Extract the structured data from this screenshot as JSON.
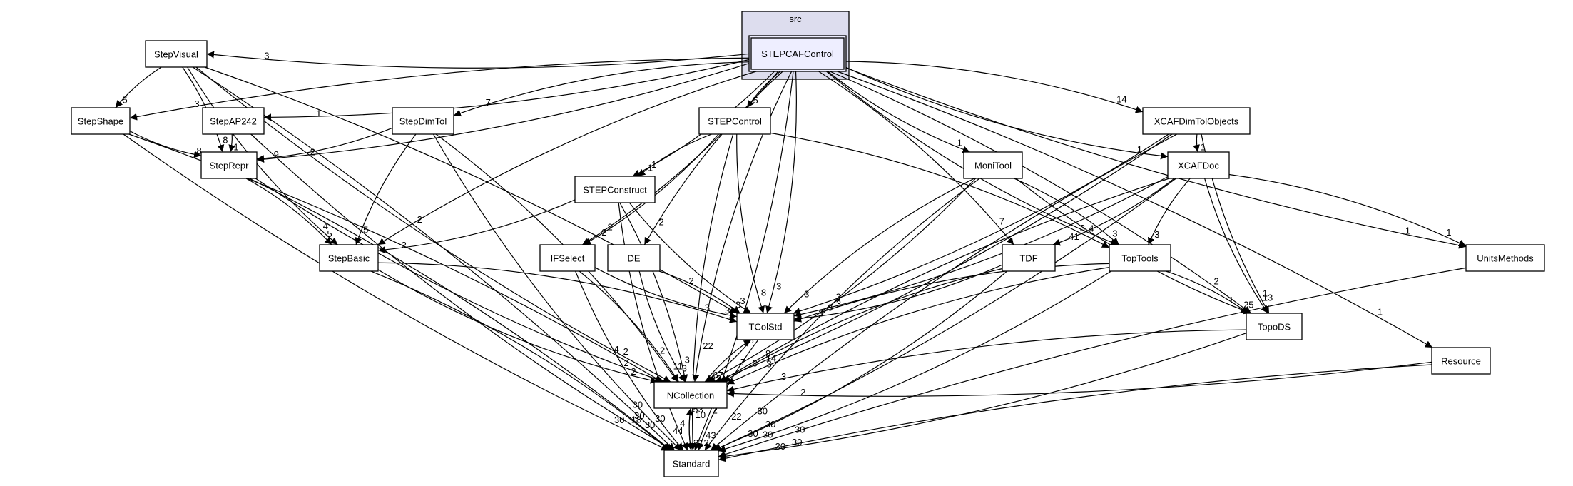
{
  "cluster": {
    "label": "src"
  },
  "nodes": {
    "STEPCAFControl": "STEPCAFControl",
    "StepVisual": "StepVisual",
    "StepShape": "StepShape",
    "StepAP242": "StepAP242",
    "StepDimTol": "StepDimTol",
    "StepRepr": "StepRepr",
    "STEPControl": "STEPControl",
    "STEPConstruct": "STEPConstruct",
    "StepBasic": "StepBasic",
    "IFSelect": "IFSelect",
    "DE": "DE",
    "TColStd": "TColStd",
    "NCollection": "NCollection",
    "Standard": "Standard",
    "MoniTool": "MoniTool",
    "TDF": "TDF",
    "TopTools": "TopTools",
    "XCAFDimTolObjects": "XCAFDimTolObjects",
    "XCAFDoc": "XCAFDoc",
    "TopoDS": "TopoDS",
    "UnitsMethods": "UnitsMethods",
    "Resource": "Resource"
  },
  "edges": [
    {
      "from": "STEPCAFControl",
      "to": "StepVisual",
      "label": "3"
    },
    {
      "from": "STEPCAFControl",
      "to": "StepShape",
      "label": "3"
    },
    {
      "from": "STEPCAFControl",
      "to": "StepAP242",
      "label": "1"
    },
    {
      "from": "STEPCAFControl",
      "to": "StepDimTol",
      "label": "7"
    },
    {
      "from": "STEPCAFControl",
      "to": "StepRepr",
      "label": "2"
    },
    {
      "from": "STEPCAFControl",
      "to": "STEPControl",
      "label": "5"
    },
    {
      "from": "STEPCAFControl",
      "to": "STEPConstruct",
      "label": "1"
    },
    {
      "from": "STEPCAFControl",
      "to": "StepBasic",
      "label": "2"
    },
    {
      "from": "STEPCAFControl",
      "to": "IFSelect",
      "label": "2"
    },
    {
      "from": "STEPCAFControl",
      "to": "DE",
      "label": "2"
    },
    {
      "from": "STEPCAFControl",
      "to": "TColStd",
      "label": "3"
    },
    {
      "from": "STEPCAFControl",
      "to": "NCollection",
      "label": "22"
    },
    {
      "from": "STEPCAFControl",
      "to": "Standard",
      "label": "2"
    },
    {
      "from": "STEPCAFControl",
      "to": "MoniTool",
      "label": "1"
    },
    {
      "from": "STEPCAFControl",
      "to": "TDF",
      "label": "7"
    },
    {
      "from": "STEPCAFControl",
      "to": "TopTools",
      "label": "4"
    },
    {
      "from": "STEPCAFControl",
      "to": "XCAFDimTolObjects",
      "label": "14"
    },
    {
      "from": "STEPCAFControl",
      "to": "XCAFDoc",
      "label": "1"
    },
    {
      "from": "STEPCAFControl",
      "to": "TopoDS",
      "label": "2"
    },
    {
      "from": "STEPCAFControl",
      "to": "UnitsMethods",
      "label": "1"
    },
    {
      "from": "STEPCAFControl",
      "to": "Resource",
      "label": "1"
    },
    {
      "from": "StepVisual",
      "to": "StepShape",
      "label": "5"
    },
    {
      "from": "StepVisual",
      "to": "StepRepr",
      "label": "8"
    },
    {
      "from": "StepVisual",
      "to": "StepBasic",
      "label": "4"
    },
    {
      "from": "StepVisual",
      "to": "TColStd",
      "label": "2"
    },
    {
      "from": "StepVisual",
      "to": "NCollection",
      "label": "2"
    },
    {
      "from": "StepVisual",
      "to": "Standard",
      "label": "30"
    },
    {
      "from": "StepShape",
      "to": "StepRepr",
      "label": "8"
    },
    {
      "from": "StepShape",
      "to": "NCollection",
      "label": "4"
    },
    {
      "from": "StepShape",
      "to": "Standard",
      "label": "30"
    },
    {
      "from": "StepAP242",
      "to": "StepRepr",
      "label": "1"
    },
    {
      "from": "StepAP242",
      "to": "Standard",
      "label": "18"
    },
    {
      "from": "StepDimTol",
      "to": "StepRepr",
      "label": "9"
    },
    {
      "from": "StepDimTol",
      "to": "StepBasic",
      "label": "5"
    },
    {
      "from": "StepDimTol",
      "to": "NCollection",
      "label": "2"
    },
    {
      "from": "StepDimTol",
      "to": "Standard",
      "label": "30"
    },
    {
      "from": "StepRepr",
      "to": "StepBasic",
      "label": "5"
    },
    {
      "from": "StepRepr",
      "to": "NCollection",
      "label": "2"
    },
    {
      "from": "StepRepr",
      "to": "Standard",
      "label": "30"
    },
    {
      "from": "STEPControl",
      "to": "STEPConstruct",
      "label": "1"
    },
    {
      "from": "STEPControl",
      "to": "IFSelect",
      "label": "2"
    },
    {
      "from": "STEPControl",
      "to": "TColStd",
      "label": "8"
    },
    {
      "from": "STEPControl",
      "to": "TopTools",
      "label": "3"
    },
    {
      "from": "STEPControl",
      "to": "Standard",
      "label": "10"
    },
    {
      "from": "STEPConstruct",
      "to": "StepBasic",
      "label": "2"
    },
    {
      "from": "STEPConstruct",
      "to": "TColStd",
      "label": "3"
    },
    {
      "from": "STEPConstruct",
      "to": "NCollection",
      "label": "3"
    },
    {
      "from": "STEPConstruct",
      "to": "Standard",
      "label": "4"
    },
    {
      "from": "StepBasic",
      "to": "TColStd",
      "label": "3"
    },
    {
      "from": "StepBasic",
      "to": "NCollection",
      "label": "2"
    },
    {
      "from": "StepBasic",
      "to": "Standard",
      "label": "30"
    },
    {
      "from": "IFSelect",
      "to": "TColStd",
      "label": "3"
    },
    {
      "from": "IFSelect",
      "to": "NCollection",
      "label": "11"
    },
    {
      "from": "IFSelect",
      "to": "Standard",
      "label": "44"
    },
    {
      "from": "DE",
      "to": "TColStd",
      "label": "3"
    },
    {
      "from": "DE",
      "to": "NCollection",
      "label": "3"
    },
    {
      "from": "TColStd",
      "to": "NCollection",
      "label": "67"
    },
    {
      "from": "TColStd",
      "to": "Standard",
      "label": "43"
    },
    {
      "from": "NCollection",
      "to": "TColStd",
      "label": "8"
    },
    {
      "from": "NCollection",
      "to": "Standard",
      "label": "212"
    },
    {
      "from": "Standard",
      "to": "NCollection",
      "label": "53"
    },
    {
      "from": "MoniTool",
      "to": "TColStd",
      "label": "3"
    },
    {
      "from": "MoniTool",
      "to": "TopTools",
      "label": "3"
    },
    {
      "from": "MoniTool",
      "to": "TopoDS",
      "label": "1"
    },
    {
      "from": "MoniTool",
      "to": "NCollection",
      "label": "7"
    },
    {
      "from": "MoniTool",
      "to": "Standard",
      "label": "22"
    },
    {
      "from": "TDF",
      "to": "TColStd",
      "label": "3"
    },
    {
      "from": "TDF",
      "to": "NCollection",
      "label": "3"
    },
    {
      "from": "TDF",
      "to": "Standard",
      "label": "30"
    },
    {
      "from": "TopTools",
      "to": "TColStd",
      "label": "3"
    },
    {
      "from": "TopTools",
      "to": "TopoDS",
      "label": "25"
    },
    {
      "from": "TopTools",
      "to": "NCollection",
      "label": "3"
    },
    {
      "from": "TopTools",
      "to": "Standard",
      "label": "30"
    },
    {
      "from": "XCAFDimTolObjects",
      "to": "XCAFDoc",
      "label": "1"
    },
    {
      "from": "XCAFDimTolObjects",
      "to": "TColStd",
      "label": "3"
    },
    {
      "from": "XCAFDimTolObjects",
      "to": "TopoDS",
      "label": "1"
    },
    {
      "from": "XCAFDimTolObjects",
      "to": "NCollection",
      "label": "14"
    },
    {
      "from": "XCAFDimTolObjects",
      "to": "Standard",
      "label": "30"
    },
    {
      "from": "XCAFDoc",
      "to": "TDF",
      "label": "41"
    },
    {
      "from": "XCAFDoc",
      "to": "TopTools",
      "label": "3"
    },
    {
      "from": "XCAFDoc",
      "to": "TColStd",
      "label": "3"
    },
    {
      "from": "XCAFDoc",
      "to": "TopoDS",
      "label": "13"
    },
    {
      "from": "XCAFDoc",
      "to": "UnitsMethods",
      "label": "1"
    },
    {
      "from": "XCAFDoc",
      "to": "NCollection",
      "label": "8"
    },
    {
      "from": "XCAFDoc",
      "to": "Standard",
      "label": "30"
    },
    {
      "from": "TopoDS",
      "to": "NCollection",
      "label": "3"
    },
    {
      "from": "TopoDS",
      "to": "Standard",
      "label": "30"
    },
    {
      "from": "UnitsMethods",
      "to": "Standard",
      "label": "30"
    },
    {
      "from": "Resource",
      "to": "NCollection",
      "label": "2"
    },
    {
      "from": "Resource",
      "to": "Standard",
      "label": "30"
    }
  ]
}
